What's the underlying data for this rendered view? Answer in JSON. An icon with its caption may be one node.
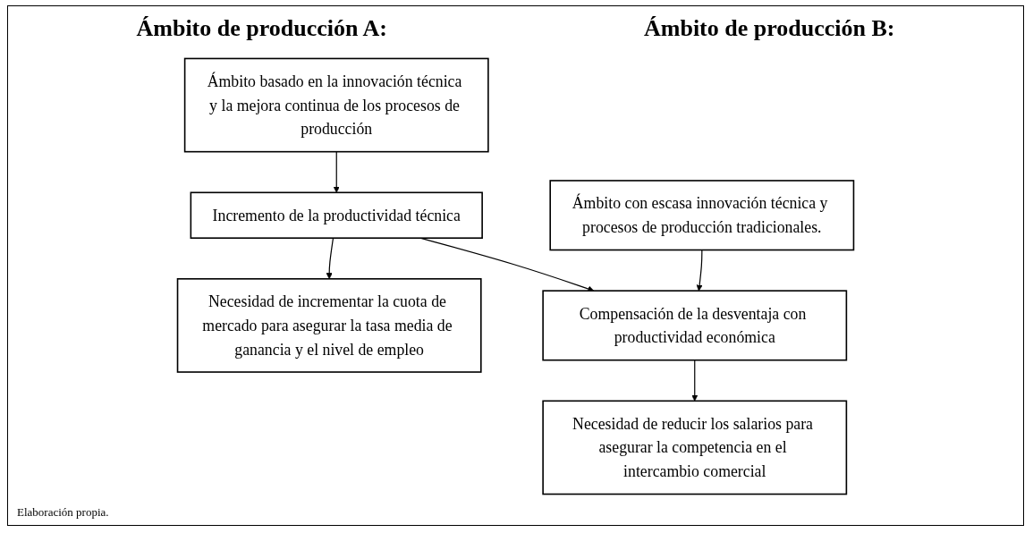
{
  "diagram": {
    "caption": "Elaboración propia.",
    "nodes": [
      {
        "text": [
          "Ámbito basado en la innovación técnica y la mejora continua de los procesos de producción"
        ]
      },
      {
        "text": [
          "Incremento de la productividad técnica"
        ]
      },
      {
        "text": [
          "Necesidad de incrementar la cuota de mercado para asegurar la tasa media de ganancia y el nivel de empleo"
        ]
      },
      {
        "text": [
          "Ámbito con escasa innovación técnica y procesos de producción tradicionales."
        ]
      },
      {
        "text": [
          "Compensación de la desventaja con productividad económica"
        ]
      },
      {
        "text": [
          "Necesidad de reducir los salarios para asegurar la competencia en el intercambio comercial"
        ]
      }
    ],
    "edges": [
      {
        "from": 0,
        "to": 1,
        "arrow": "to"
      },
      {
        "from": 1,
        "to": 2,
        "arrow": "to"
      },
      {
        "from": 1,
        "to": 4,
        "arrow": "to"
      },
      {
        "from": 3,
        "to": 4,
        "arrow": "to"
      },
      {
        "from": 4,
        "to": 5,
        "arrow": "to"
      }
    ],
    "labels": [
      "Ámbito de producción A:",
      "Ámbito de producción B:"
    ]
  }
}
